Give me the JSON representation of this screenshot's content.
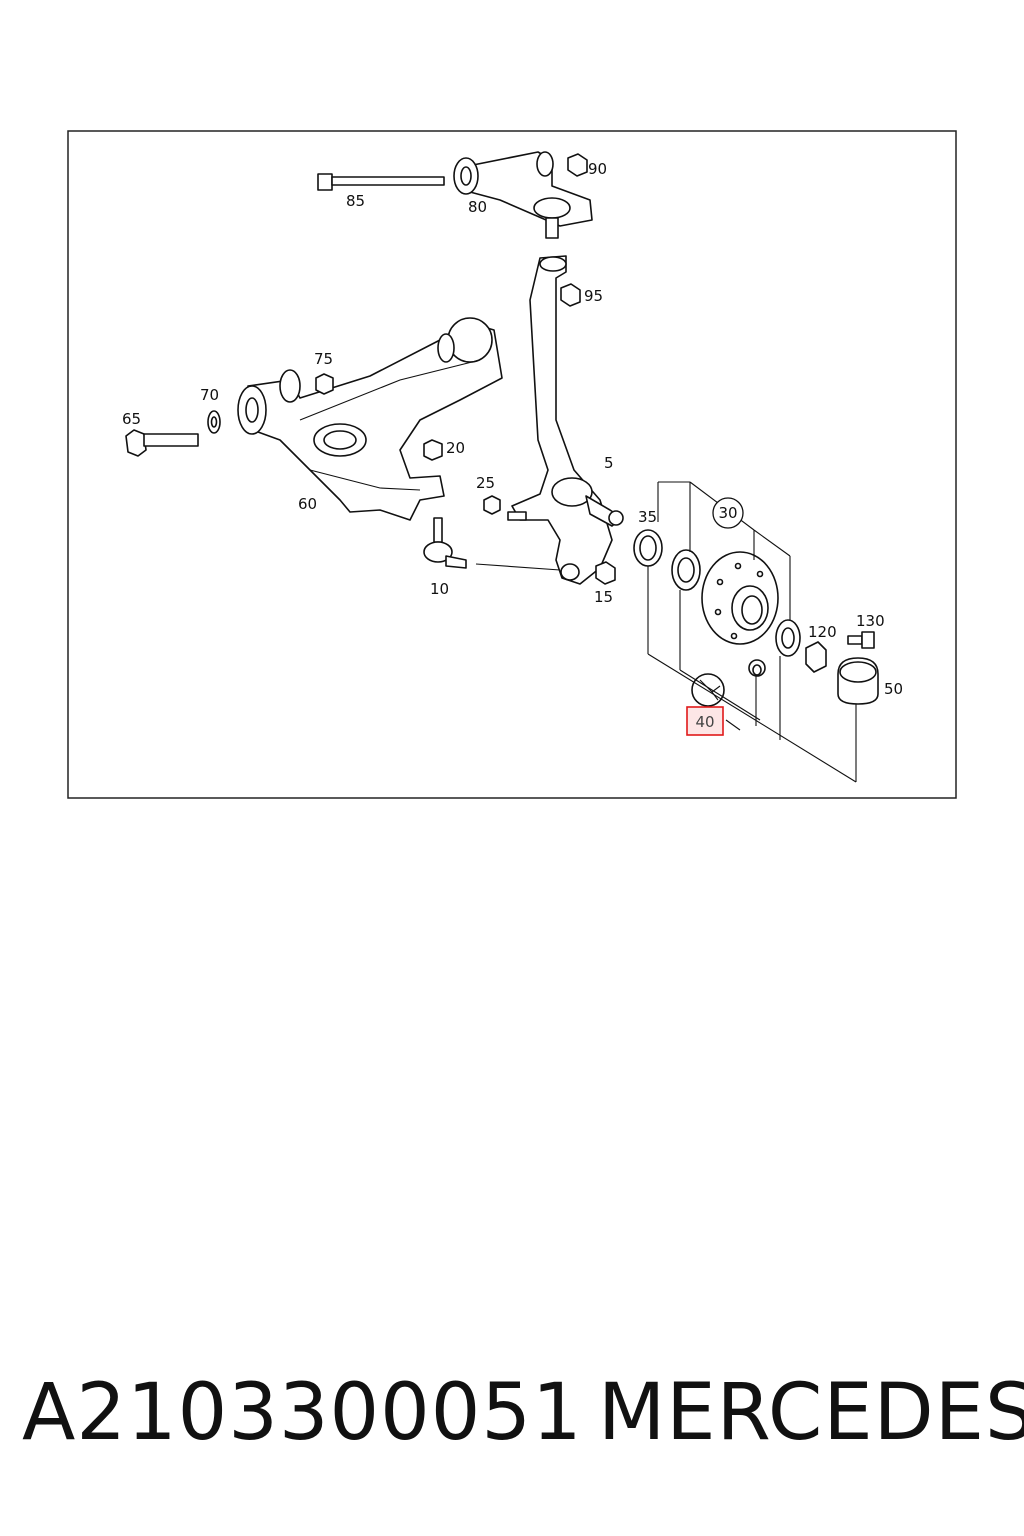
{
  "diagram": {
    "callouts": {
      "c85": "85",
      "c80": "80",
      "c90": "90",
      "c95": "95",
      "c75": "75",
      "c70": "70",
      "c65": "65",
      "c20": "20",
      "c60": "60",
      "c5": "5",
      "c25": "25",
      "c35": "35",
      "c30": "30",
      "c10": "10",
      "c15": "15",
      "c120": "120",
      "c130": "130",
      "c50": "50",
      "c40": "40"
    },
    "highlighted_callout": "40",
    "highlight_color": "#e0191a"
  },
  "footer": {
    "part_number": "A2103300051",
    "brand": "MERCEDES"
  }
}
